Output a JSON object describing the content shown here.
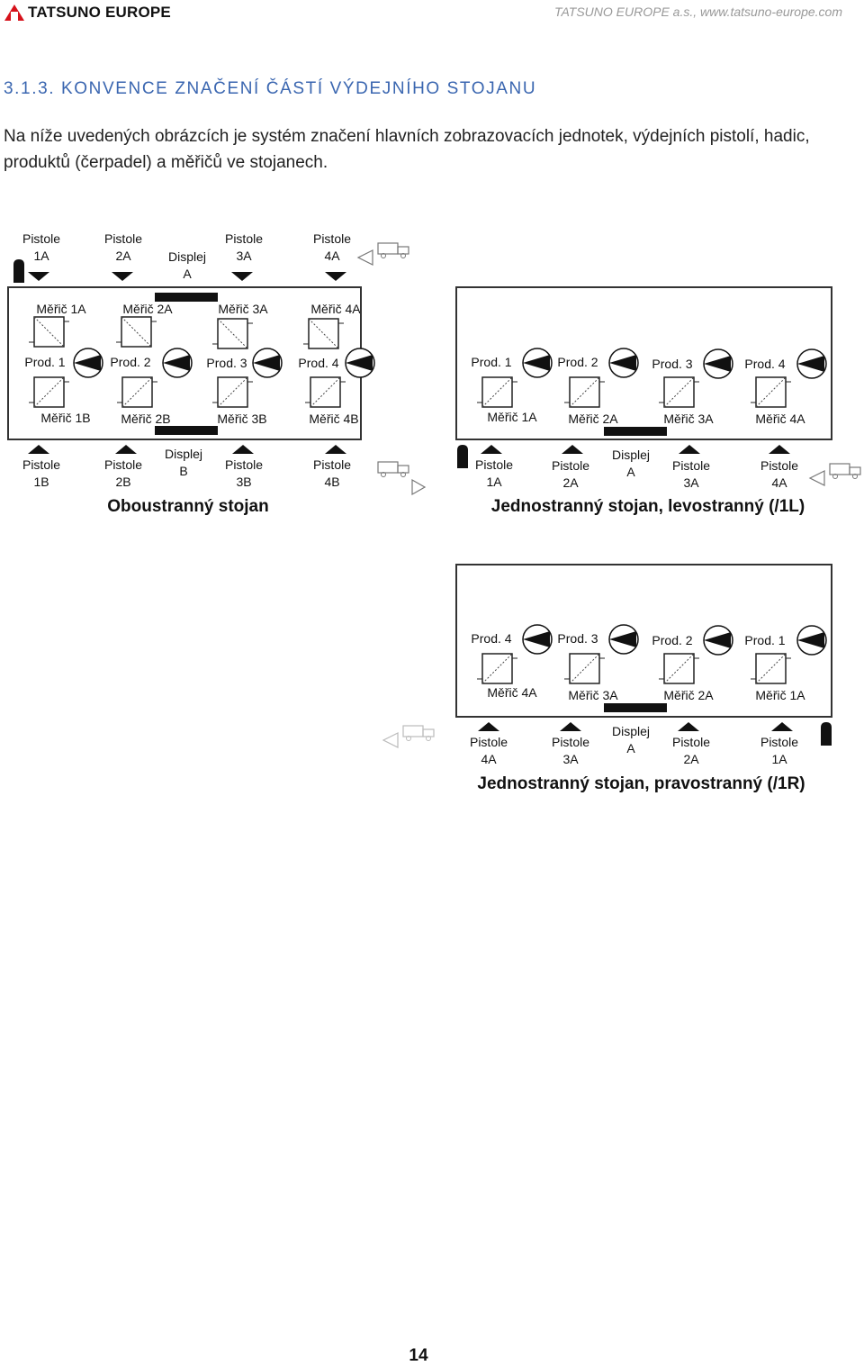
{
  "header": {
    "logo_text": "TATSUNO EUROPE",
    "right_text": "TATSUNO  EUROPE a.s., www.tatsuno-europe.com"
  },
  "section_title": "3.1.3. KONVENCE ZNAČENÍ ČÁSTÍ VÝDEJNÍHO STOJANU",
  "intro": "Na níže uvedených obrázcích je systém značení hlavních zobrazovacích jednotek, výdejních pistolí, hadic, produktů (čerpadel) a měřičů ve stojanech.",
  "diagram_double": {
    "caption": "Oboustranný stojan",
    "top_nozzles": [
      "Pistole\n1A",
      "Pistole\n2A",
      "Pistole\n3A",
      "Pistole\n4A"
    ],
    "top_display": "Displej\nA",
    "meters_a": [
      "Měřič 1A",
      "Měřič 2A",
      "Měřič 3A",
      "Měřič 4A"
    ],
    "products": [
      "Prod. 1",
      "Prod. 2",
      "Prod. 3",
      "Prod. 4"
    ],
    "meters_b": [
      "Měřič 1B",
      "Měřič 2B",
      "Měřič 3B",
      "Měřič 4B"
    ],
    "bottom_nozzles": [
      "Pistole\n1B",
      "Pistole\n2B",
      "Pistole\n3B",
      "Pistole\n4B"
    ],
    "bottom_display": "Displej\nB"
  },
  "diagram_left": {
    "caption": "Jednostranný stojan, levostranný (/1L)",
    "products": [
      "Prod. 1",
      "Prod. 2",
      "Prod. 3",
      "Prod. 4"
    ],
    "meters": [
      "Měřič 1A",
      "Měřič 2A",
      "Měřič 3A",
      "Měřič 4A"
    ],
    "nozzles": [
      "Pistole\n1A",
      "Pistole\n2A",
      "Pistole\n3A",
      "Pistole\n4A"
    ],
    "display": "Displej\nA"
  },
  "diagram_right": {
    "caption": "Jednostranný stojan, pravostranný (/1R)",
    "products": [
      "Prod. 4",
      "Prod. 3",
      "Prod. 2",
      "Prod. 1"
    ],
    "meters": [
      "Měřič 4A",
      "Měřič 3A",
      "Měřič 2A",
      "Měřič 1A"
    ],
    "nozzles": [
      "Pistole\n4A",
      "Pistole\n3A",
      "Pistole\n2A",
      "Pistole\n1A"
    ],
    "display": "Displej\nA"
  },
  "page_number": "14"
}
